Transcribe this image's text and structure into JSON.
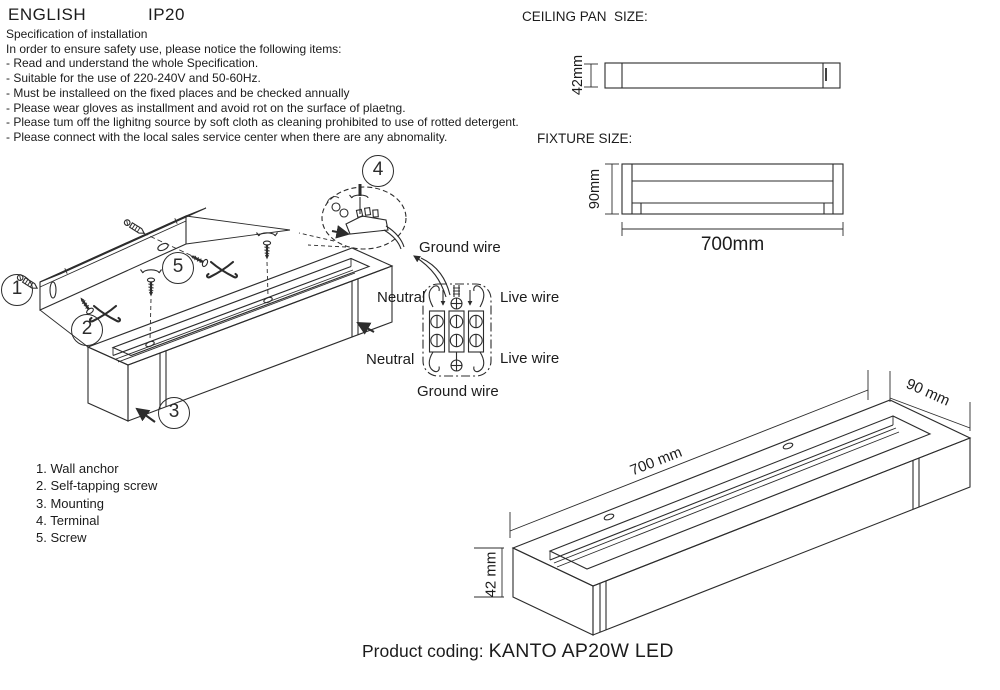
{
  "header": {
    "language": "ENGLISH",
    "ip_rating": "IP20"
  },
  "spec": {
    "title": "Specification of installation",
    "intro": "In order to ensure safety use, please notice the following items:",
    "items": [
      "- Read and understand the whole Specification.",
      "- Suitable for the use of 220-240V and 50-60Hz.",
      "- Must be installeed on the fixed places and be checked annually",
      "- Please wear gloves as installment and avoid rot on the surface of plaetng.",
      "- Please tum off the lighitng source by soft cloth as cleaning prohibited to use of rotted detergent.",
      "- Please connect with the local sales service center when there are any abnomality."
    ]
  },
  "ceiling_pan": {
    "heading": "CEILING PAN  SIZE:",
    "height_label": "42mm"
  },
  "fixture_front": {
    "heading": "FIXTURE SIZE:",
    "height_label": "90mm",
    "length_label": "700mm"
  },
  "diagram": {
    "callouts": [
      "1",
      "2",
      "3",
      "4",
      "5"
    ],
    "wiring": {
      "ground_top": "Ground wire",
      "neutral_top": "Neutral",
      "live_top": "Live wire",
      "neutral_bottom": "Neutral",
      "live_bottom": "Live wire",
      "ground_bottom": "Ground wire"
    }
  },
  "parts_list": [
    "1. Wall anchor",
    "2. Self-tapping screw",
    "3. Mounting",
    "4. Terminal",
    "5. Screw"
  ],
  "iso_view": {
    "length_label": "700 mm",
    "depth_label": "90 mm",
    "height_label": "42 mm"
  },
  "footer": {
    "label": "Product coding:",
    "product": "KANTO AP20W LED"
  },
  "colors": {
    "line": "#2c2c2c",
    "text": "#1c1c1c",
    "background": "#ffffff"
  }
}
